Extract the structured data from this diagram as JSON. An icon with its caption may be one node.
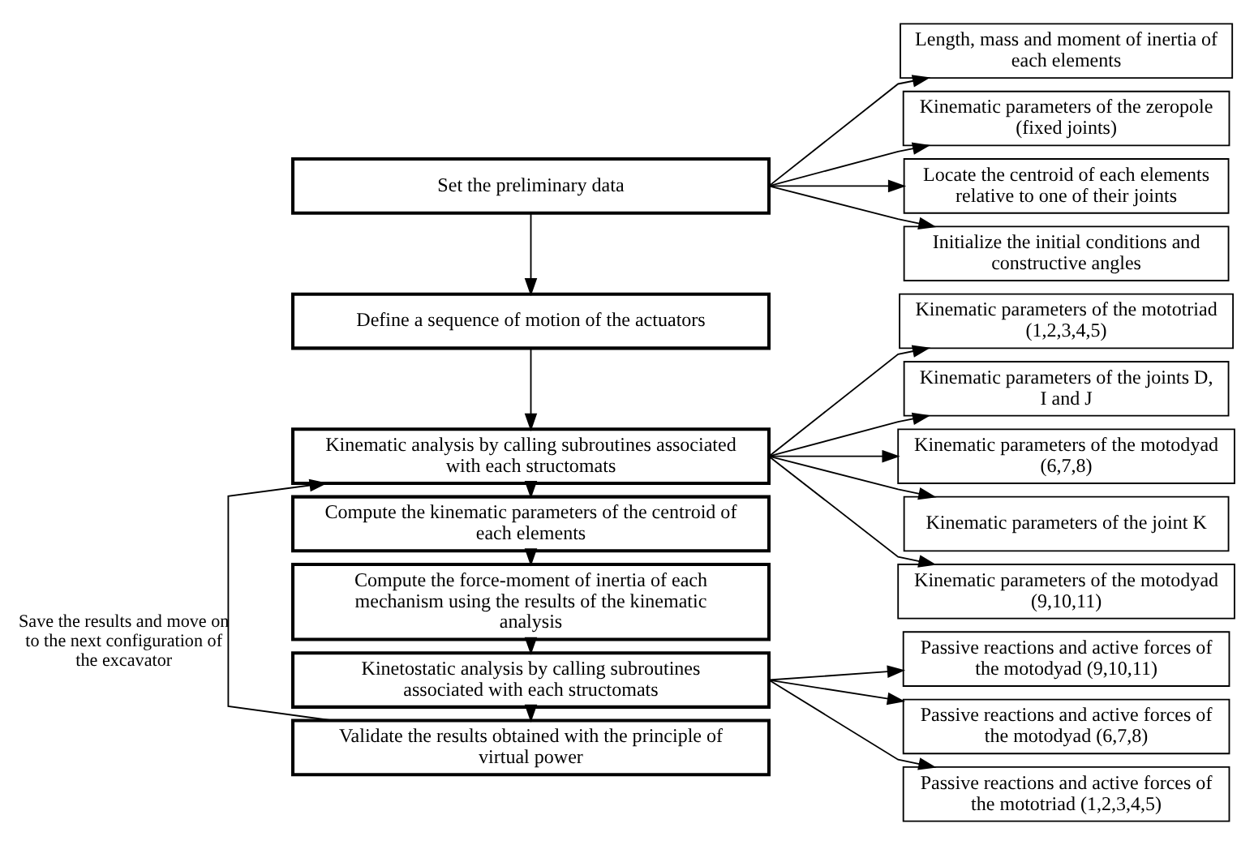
{
  "diagram": {
    "nodes": [
      {
        "text": [
          "Set the preliminary data"
        ]
      },
      {
        "text": [
          "Define a sequence of motion of the actuators"
        ]
      },
      {
        "text": [
          "Kinematic analysis by calling subroutines associated with each structomats"
        ]
      },
      {
        "text": [
          "Compute the kinematic parameters of the centroid of each elements"
        ]
      },
      {
        "text": [
          "Compute the force-moment of inertia of each mechanism using the results of the kinematic analysis"
        ]
      },
      {
        "text": [
          "Kinetostatic analysis by calling subroutines associated with each structomats"
        ]
      },
      {
        "text": [
          "Validate the results obtained with the principle of virtual power"
        ]
      },
      {
        "text": [
          "Length, mass and moment of inertia of each elements"
        ]
      },
      {
        "text": [
          "Kinematic parameters of the zeropole (fixed joints)"
        ]
      },
      {
        "text": [
          "Locate the centroid of each elements relative to one of their joints"
        ]
      },
      {
        "text": [
          "Initialize the initial conditions and constructive angles"
        ]
      },
      {
        "text": [
          "Kinematic parameters of the mototriad (1,2,3,4,5)"
        ]
      },
      {
        "text": [
          "Kinematic parameters of the joints D, I and J"
        ]
      },
      {
        "text": [
          "Kinematic parameters of the motodyad (6,7,8)"
        ]
      },
      {
        "text": [
          "Kinematic parameters of the joint K"
        ]
      },
      {
        "text": [
          "Kinematic parameters of the motodyad (9,10,11)"
        ]
      },
      {
        "text": [
          "Passive reactions and active forces of the motodyad (9,10,11)"
        ]
      },
      {
        "text": [
          "Passive reactions and active forces of the motodyad (6,7,8)"
        ]
      },
      {
        "text": [
          "Passive reactions and active forces of the mototriad (1,2,3,4,5)"
        ]
      }
    ],
    "edges": [
      {
        "from": 0,
        "to": 1,
        "arrow": "to"
      },
      {
        "from": 1,
        "to": 2,
        "arrow": "to"
      },
      {
        "from": 2,
        "to": 3,
        "arrow": "to"
      },
      {
        "from": 3,
        "to": 4,
        "arrow": "to"
      },
      {
        "from": 4,
        "to": 5,
        "arrow": "to"
      },
      {
        "from": 5,
        "to": 6,
        "arrow": "to"
      },
      {
        "from": 6,
        "to": 2,
        "arrow": "to",
        "label": "Save the results and move on to the next configuration of the excavator"
      },
      {
        "from": 0,
        "to": 7,
        "arrow": "to"
      },
      {
        "from": 0,
        "to": 8,
        "arrow": "to"
      },
      {
        "from": 0,
        "to": 9,
        "arrow": "to"
      },
      {
        "from": 0,
        "to": 10,
        "arrow": "to"
      },
      {
        "from": 2,
        "to": 11,
        "arrow": "to"
      },
      {
        "from": 2,
        "to": 12,
        "arrow": "to"
      },
      {
        "from": 2,
        "to": 13,
        "arrow": "to"
      },
      {
        "from": 2,
        "to": 14,
        "arrow": "to"
      },
      {
        "from": 2,
        "to": 15,
        "arrow": "to"
      },
      {
        "from": 5,
        "to": 16,
        "arrow": "to"
      },
      {
        "from": 5,
        "to": 17,
        "arrow": "to"
      },
      {
        "from": 5,
        "to": 18,
        "arrow": "to"
      }
    ]
  }
}
